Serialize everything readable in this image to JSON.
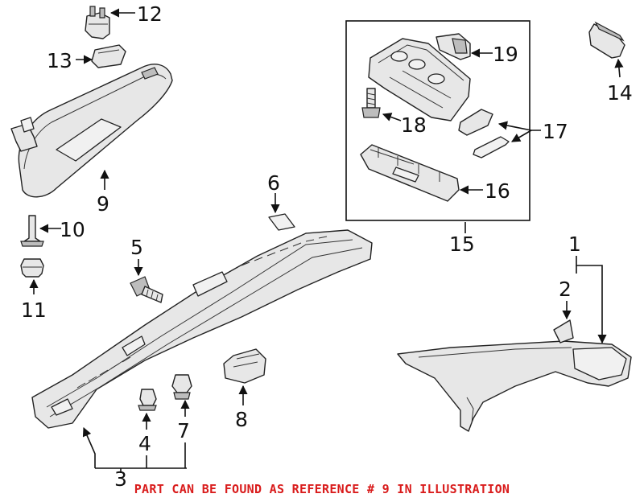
{
  "callouts": {
    "c1": "1",
    "c2": "2",
    "c3": "3",
    "c4": "4",
    "c5": "5",
    "c6": "6",
    "c7": "7",
    "c8": "8",
    "c9": "9",
    "c10": "10",
    "c11": "11",
    "c12": "12",
    "c13": "13",
    "c14": "14",
    "c15": "15",
    "c16": "16",
    "c17": "17",
    "c18": "18",
    "c19": "19"
  },
  "footer_note": "PART CAN BE FOUND AS REFERENCE # 9 IN ILLUSTRATION",
  "colors": {
    "note_text": "#d91c1c",
    "line_art": "#222222",
    "part_fill": "#e7e7e7"
  }
}
